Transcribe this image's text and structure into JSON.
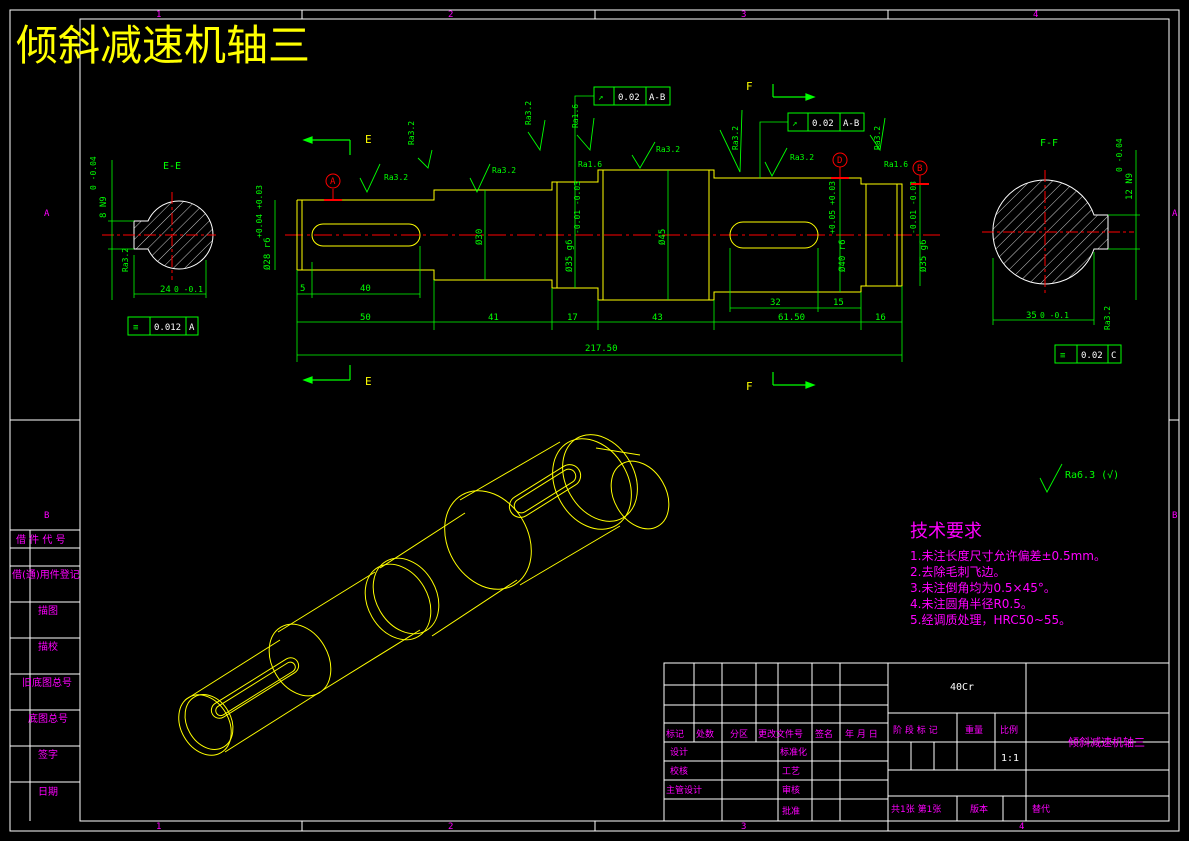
{
  "title": "倾斜减速机轴三",
  "border": {
    "col_labels": [
      "1",
      "2",
      "3",
      "4"
    ],
    "row_labels": [
      "A",
      "B"
    ]
  },
  "sections": {
    "left_label": "E-E",
    "right_label": "F-F",
    "cut_e": "E",
    "cut_f": "F"
  },
  "datums": [
    "A",
    "B",
    "D"
  ],
  "dimensions": {
    "overall": "217.50",
    "segments": [
      "50",
      "41",
      "17",
      "43",
      "61.50",
      "16"
    ],
    "key_left": [
      "5",
      "40"
    ],
    "key_right": [
      "32",
      "15"
    ],
    "diameters": {
      "d1": "Ø28 r6",
      "d1_tol": "+0.04 +0.03",
      "d2": "Ø30",
      "d3": "Ø35 g6",
      "d3_tol": "-0.01 -0.03",
      "d4": "Ø45",
      "d5": "Ø40 r6",
      "d5_tol": "+0.05 +0.03",
      "d6": "Ø35 g6",
      "d6_tol": "-0.01 -0.03"
    },
    "ee_width": "8 N9",
    "ee_width_tol": "0 -0.04",
    "ee_depth": "24",
    "ee_depth_tol": "0 -0.1",
    "ff_width": "12 N9",
    "ff_width_tol": "0 -0.04",
    "ff_depth": "35",
    "ff_depth_tol": "0 -0.1"
  },
  "roughness": {
    "r32": "Ra3.2",
    "r16": "Ra1.6",
    "general": "Ra6.3 (√)"
  },
  "tolerance_frames": {
    "runout1": {
      "symbol": "↗",
      "value": "0.02",
      "datum": "A-B"
    },
    "runout2": {
      "symbol": "↗",
      "value": "0.02",
      "datum": "A-B"
    },
    "sym1": {
      "symbol": "≡",
      "value": "0.012",
      "datum": "A"
    },
    "sym2": {
      "symbol": "≡",
      "value": "0.02",
      "datum": "C"
    }
  },
  "tech_requirements": {
    "heading": "技术要求",
    "items": [
      "1.未注长度尺寸允许偏差±0.5mm。",
      "2.去除毛刺飞边。",
      "3.未注倒角均为0.5×45°。",
      "4.未注圆角半径R0.5。",
      "5.经调质处理，HRC50~55。"
    ]
  },
  "left_table": [
    "借 件 代 号",
    "借(通)用件登记",
    "描图",
    "描校",
    "旧底图总号",
    "底图总号",
    "签字",
    "日期"
  ],
  "title_block": {
    "material": "40Cr",
    "drawing_name": "倾斜减速机轴三",
    "scale": "1:1",
    "headers": [
      "标记",
      "处数",
      "分区",
      "更改文件号",
      "签名",
      "年 月 日"
    ],
    "roles": [
      "设计",
      "校核",
      "主管设计"
    ],
    "roles2": [
      "标准化",
      "工艺",
      "审核",
      "批准"
    ],
    "stage_headers": [
      "阶 段 标 记",
      "重量",
      "比例"
    ],
    "sheet": "共1张 第1张",
    "version": "版本",
    "replace": "替代"
  },
  "colors": {
    "background": "#000000",
    "outline": "#ffffff",
    "shaft": "#ffff00",
    "dimension": "#00ff00",
    "centerline": "#ff0000",
    "text": "#ff00ff",
    "hatch": "#ffffff"
  }
}
